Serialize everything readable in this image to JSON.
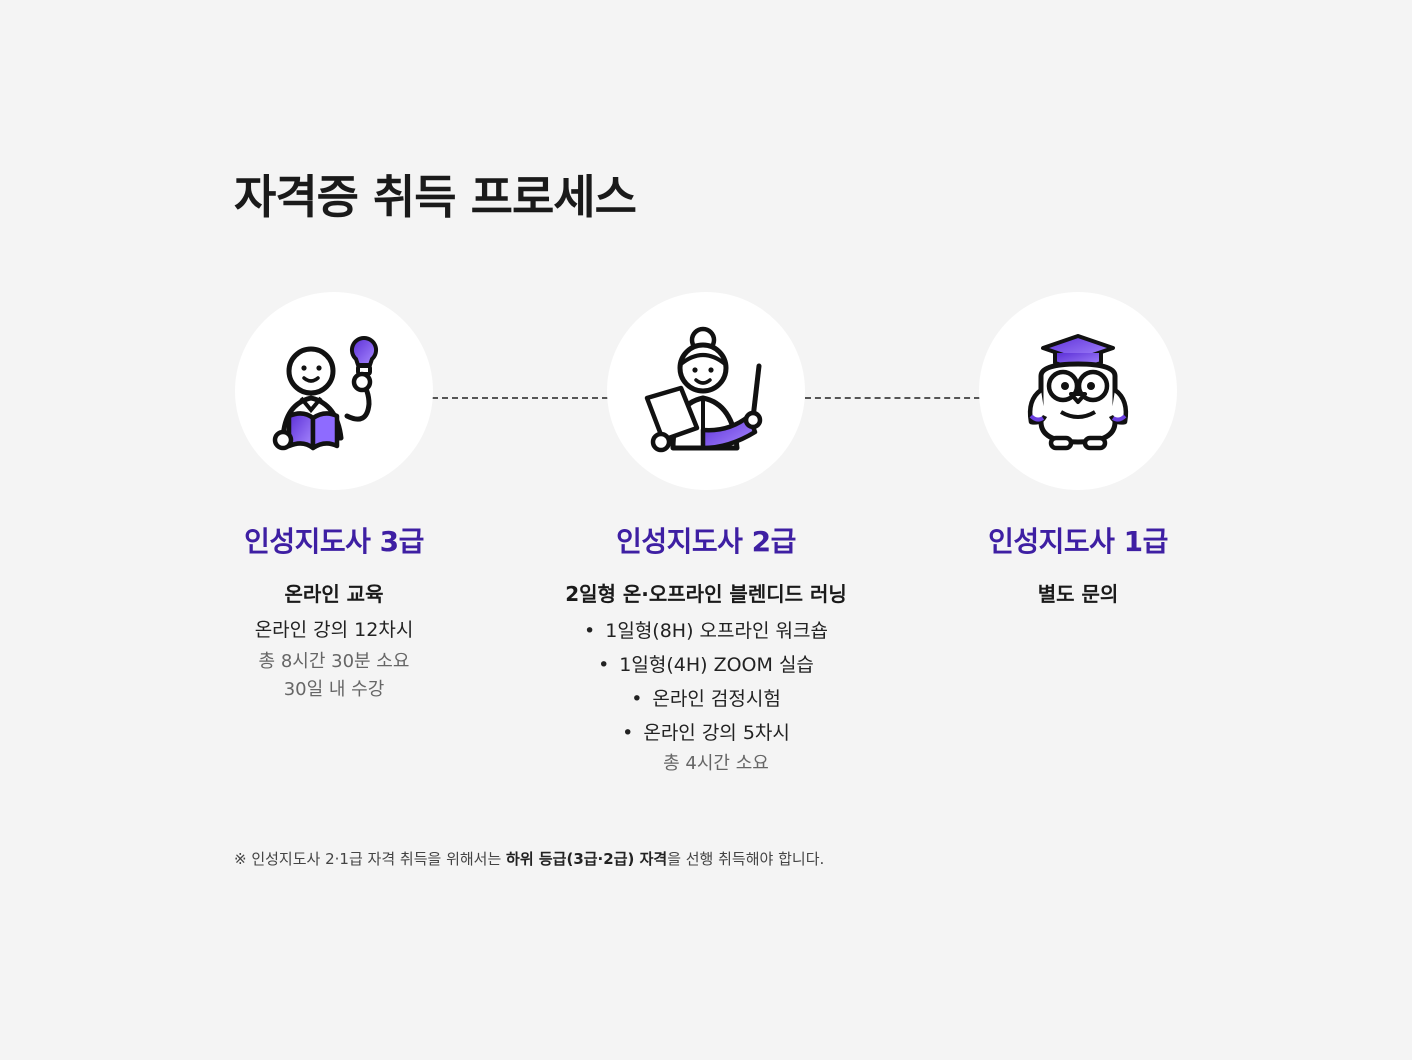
{
  "page_title": "자격증 취득 프로세스",
  "steps": [
    {
      "icon": "student-reading-icon",
      "level": "인성지도사 3급",
      "mode": "온라인 교육",
      "line": "온라인 강의 12차시",
      "sub1": "총 8시간 30분 소요",
      "sub2": "30일 내 수강"
    },
    {
      "icon": "teacher-pointer-icon",
      "level": "인성지도사 2급",
      "mode": "2일형 온·오프라인 블렌디드 러닝",
      "bullets": [
        "1일형(8H) 오프라인 워크숍",
        "1일형(4H) ZOOM 실습",
        "온라인 검정시험",
        "온라인 강의 5차시"
      ],
      "sub1": "총 4시간 소요"
    },
    {
      "icon": "graduate-owl-icon",
      "level": "인성지도사 1급",
      "mode": "별도 문의"
    }
  ],
  "bullet_mark": "•",
  "footnote": {
    "prefix": "※ 인성지도사 2·1급 자격 취득을 위해서는 ",
    "emphasis": "하위 등급(3급·2급) 자격",
    "suffix": "을 선행 취득해야 합니다."
  },
  "colors": {
    "accent": "#3e1fa3",
    "icon_purple": "#6b3fe0",
    "background": "#f4f4f4"
  }
}
